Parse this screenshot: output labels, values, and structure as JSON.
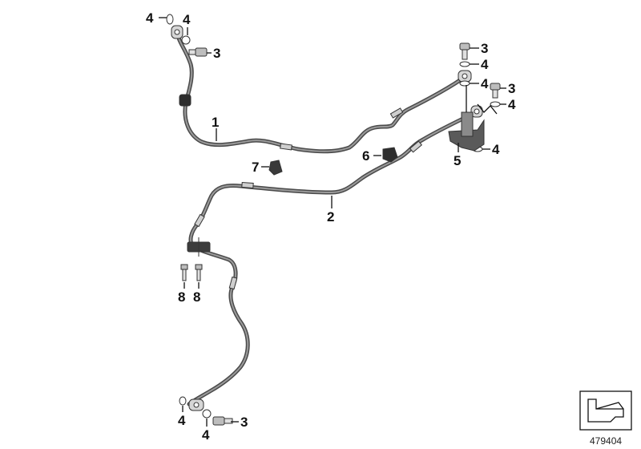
{
  "colors": {
    "hose_outer": "#4a4a4a",
    "hose_inner": "#9a9a9a",
    "fitting": "#d6d6d6",
    "metal_dark": "#3c3c3c",
    "text": "#111111"
  },
  "callouts": {
    "c1": "1",
    "c2": "2",
    "c3a": "3",
    "c3b": "3",
    "c3c": "3",
    "c3d": "3",
    "c4a": "4",
    "c4b": "4",
    "c4c": "4",
    "c4d": "4",
    "c4e": "4",
    "c4f": "4",
    "c4g": "4",
    "c4h": "4",
    "c5": "5",
    "c6": "6",
    "c7": "7",
    "c8a": "8",
    "c8b": "8"
  },
  "reference_number": "479404"
}
